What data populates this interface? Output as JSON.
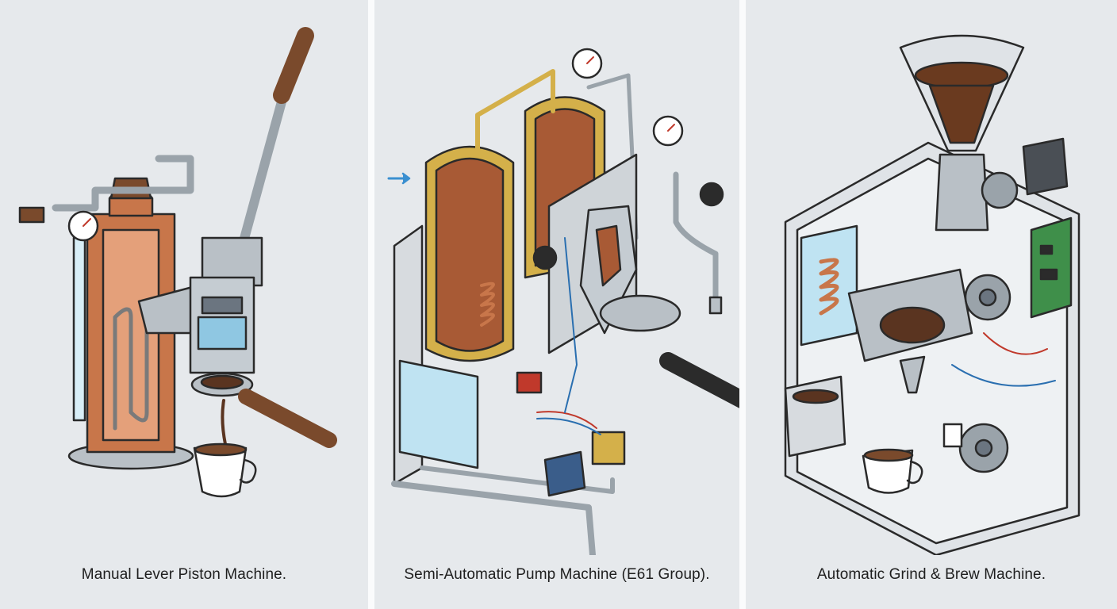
{
  "panels": [
    {
      "caption": "Manual Lever Piston Machine."
    },
    {
      "caption": "Semi-Automatic Pump Machine (E61 Group)."
    },
    {
      "caption": "Automatic Grind & Brew Machine."
    }
  ],
  "colors": {
    "background": "#e6e9ec",
    "copper": "#c8764a",
    "brass": "#d4b04a",
    "steel": "#b9c0c6",
    "wood": "#7a4a2c",
    "water": "#bfe3f2",
    "coffee": "#5a3420",
    "pcb": "#3f8f4a"
  }
}
